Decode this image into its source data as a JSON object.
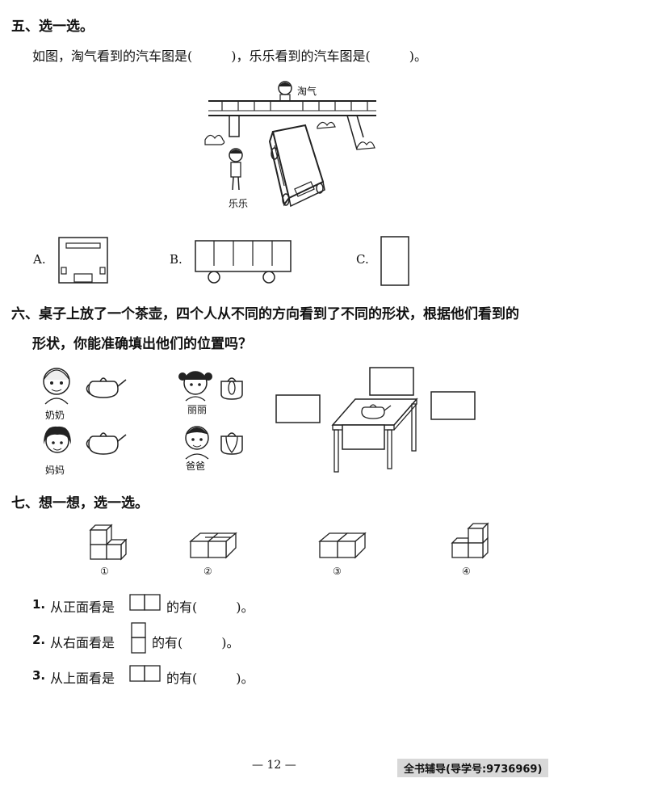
{
  "section5": {
    "heading": "五、选一选。",
    "question": "如图，淘气看到的汽车图是(　　　)，乐乐看到的汽车图是(　　　)。",
    "label_taoqi": "淘气",
    "label_lele": "乐乐",
    "options": [
      "A.",
      "B.",
      "C."
    ]
  },
  "section6": {
    "heading_line1": "六、桌子上放了一个茶壶，四个人从不同的方向看到了不同的形状，根据他们看到的",
    "heading_line2": "形状，你能准确填出他们的位置吗？",
    "people": [
      "奶奶",
      "丽丽",
      "妈妈",
      "爸爸"
    ]
  },
  "section7": {
    "heading": "七、想一想，选一选。",
    "figure_labels": [
      "①",
      "②",
      "③",
      "④"
    ],
    "q1": {
      "num": "1.",
      "pre": "从正面看是",
      "post": "的有(　　　)。"
    },
    "q2": {
      "num": "2.",
      "pre": "从右面看是",
      "post": "的有(　　　)。"
    },
    "q3": {
      "num": "3.",
      "pre": "从上面看是",
      "post": "的有(　　　)。"
    }
  },
  "footer": {
    "page_number": "— 12 —",
    "badge": "全书辅导(导学号:9736969)"
  }
}
